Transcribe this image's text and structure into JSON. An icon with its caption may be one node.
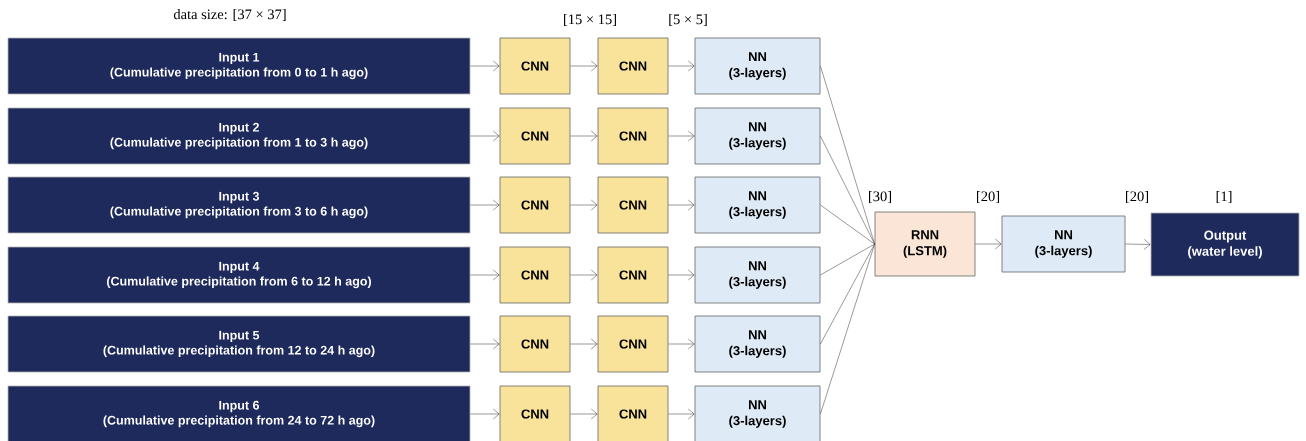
{
  "diagram": {
    "nodes": [
      {
        "text": [
          "Input 1",
          "(Cumulative precipitation from 0 to 1 h ago)"
        ]
      },
      {
        "text": [
          "CNN"
        ]
      },
      {
        "text": [
          "CNN"
        ]
      },
      {
        "text": [
          "NN",
          "(3-layers)"
        ]
      },
      {
        "text": [
          "Input 2",
          "(Cumulative precipitation from 1 to 3 h ago)"
        ]
      },
      {
        "text": [
          "CNN"
        ]
      },
      {
        "text": [
          "CNN"
        ]
      },
      {
        "text": [
          "NN",
          "(3-layers)"
        ]
      },
      {
        "text": [
          "Input 3",
          "(Cumulative precipitation from 3 to 6 h ago)"
        ]
      },
      {
        "text": [
          "CNN"
        ]
      },
      {
        "text": [
          "CNN"
        ]
      },
      {
        "text": [
          "NN",
          "(3-layers)"
        ]
      },
      {
        "text": [
          "Input 4",
          "(Cumulative precipitation from 6 to 12 h ago)"
        ]
      },
      {
        "text": [
          "CNN"
        ]
      },
      {
        "text": [
          "CNN"
        ]
      },
      {
        "text": [
          "NN",
          "(3-layers)"
        ]
      },
      {
        "text": [
          "Input 5",
          "(Cumulative precipitation from 12 to 24 h ago)"
        ]
      },
      {
        "text": [
          "CNN"
        ]
      },
      {
        "text": [
          "CNN"
        ]
      },
      {
        "text": [
          "NN",
          "(3-layers)"
        ]
      },
      {
        "text": [
          "Input 6",
          "(Cumulative precipitation from 24 to 72 h ago)"
        ]
      },
      {
        "text": [
          "CNN"
        ]
      },
      {
        "text": [
          "CNN"
        ]
      },
      {
        "text": [
          "NN",
          "(3-layers)"
        ]
      },
      {
        "text": [
          "RNN",
          "(LSTM)"
        ]
      },
      {
        "text": [
          "NN",
          "(3-layers)"
        ]
      },
      {
        "text": [
          "Output",
          "(water level)"
        ]
      }
    ],
    "edges": [
      {
        "from": 0,
        "to": 1,
        "arrow": "to"
      },
      {
        "from": 1,
        "to": 2,
        "arrow": "to"
      },
      {
        "from": 2,
        "to": 3,
        "arrow": "to"
      },
      {
        "from": 4,
        "to": 5,
        "arrow": "to"
      },
      {
        "from": 5,
        "to": 6,
        "arrow": "to"
      },
      {
        "from": 6,
        "to": 7,
        "arrow": "to"
      },
      {
        "from": 8,
        "to": 9,
        "arrow": "to"
      },
      {
        "from": 9,
        "to": 10,
        "arrow": "to"
      },
      {
        "from": 10,
        "to": 11,
        "arrow": "to"
      },
      {
        "from": 12,
        "to": 13,
        "arrow": "to"
      },
      {
        "from": 13,
        "to": 14,
        "arrow": "to"
      },
      {
        "from": 14,
        "to": 15,
        "arrow": "to"
      },
      {
        "from": 16,
        "to": 17,
        "arrow": "to"
      },
      {
        "from": 17,
        "to": 18,
        "arrow": "to"
      },
      {
        "from": 18,
        "to": 19,
        "arrow": "to"
      },
      {
        "from": 20,
        "to": 21,
        "arrow": "to"
      },
      {
        "from": 21,
        "to": 22,
        "arrow": "to"
      },
      {
        "from": 22,
        "to": 23,
        "arrow": "to"
      },
      {
        "from": 3,
        "to": 24,
        "arrow": "none"
      },
      {
        "from": 7,
        "to": 24,
        "arrow": "none"
      },
      {
        "from": 11,
        "to": 24,
        "arrow": "none"
      },
      {
        "from": 15,
        "to": 24,
        "arrow": "none"
      },
      {
        "from": 19,
        "to": 24,
        "arrow": "none"
      },
      {
        "from": 23,
        "to": 24,
        "arrow": "none"
      },
      {
        "from": 24,
        "to": 25,
        "arrow": "to"
      },
      {
        "from": 25,
        "to": 26,
        "arrow": "to"
      }
    ],
    "labels": [
      "data size: [37 × 37]",
      "[15 × 15]",
      "[5 × 5]",
      "[30]",
      "[20]",
      "[20]",
      "[1]"
    ]
  }
}
